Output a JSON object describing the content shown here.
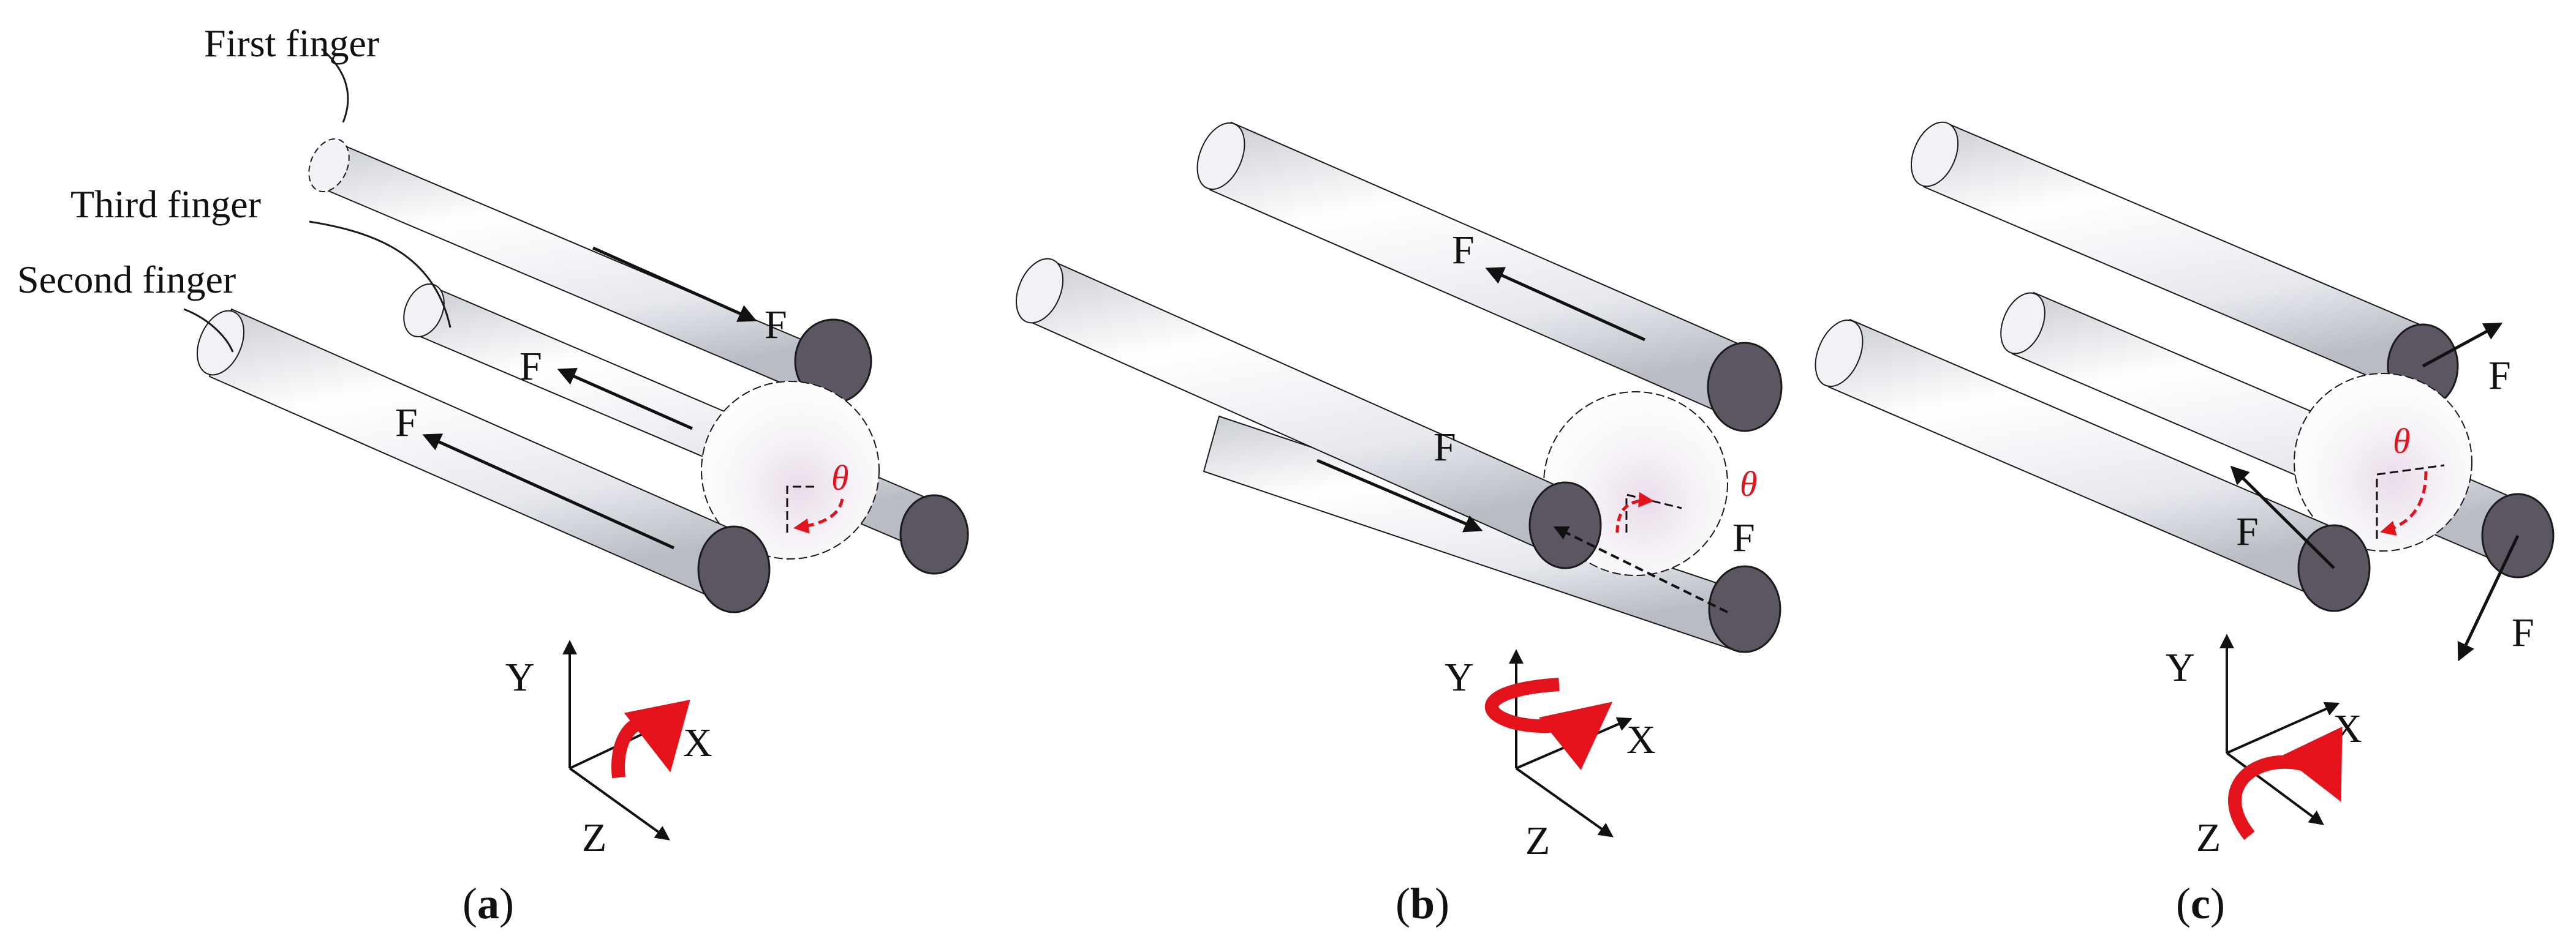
{
  "panels": [
    {
      "id": "a",
      "caption_open": "(",
      "caption_letter": "a",
      "caption_close": ")",
      "finger_labels": {
        "first": "First finger",
        "third": "Third finger",
        "second": "Second finger"
      },
      "force_label": "F",
      "angle_label": "θ",
      "axes": {
        "x": "X",
        "y": "Y",
        "z": "Z"
      }
    },
    {
      "id": "b",
      "caption_open": "(",
      "caption_letter": "b",
      "caption_close": ")",
      "force_label": "F",
      "angle_label": "θ",
      "axes": {
        "x": "X",
        "y": "Y",
        "z": "Z"
      }
    },
    {
      "id": "c",
      "caption_open": "(",
      "caption_letter": "c",
      "caption_close": ")",
      "force_label": "F",
      "angle_label": "θ",
      "axes": {
        "x": "X",
        "y": "Y",
        "z": "Z"
      }
    }
  ],
  "colors": {
    "cylinder_body": "#eef0f4",
    "cylinder_cap": "#5c5662",
    "outline": "#1a1a1a",
    "rotation_arrow": "#e3121b",
    "sphere": "#f2eff4"
  }
}
